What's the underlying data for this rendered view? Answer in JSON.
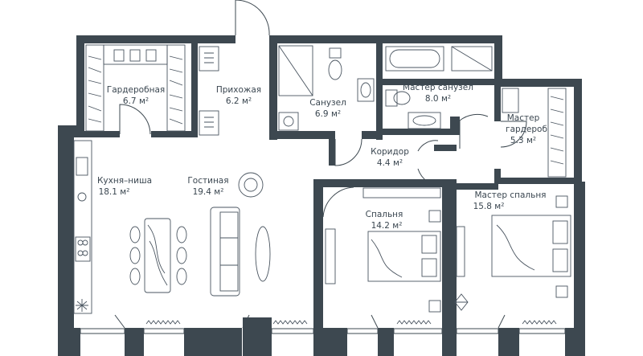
{
  "rooms": [
    {
      "id": "wardrobe",
      "name": "Гардеробная",
      "area": "6.7 м²"
    },
    {
      "id": "hall",
      "name": "Прихожая",
      "area": "6.2 м²"
    },
    {
      "id": "bathroom",
      "name": "Санузел",
      "area": "6.9 м²"
    },
    {
      "id": "master-bath",
      "name": "Мастер санузел",
      "area": "8.0 м²"
    },
    {
      "id": "master-wardrobe",
      "name": [
        "Мастер",
        "гардероб"
      ],
      "area": "5.3 м²"
    },
    {
      "id": "corridor",
      "name": "Коридор",
      "area": "4.4 м²"
    },
    {
      "id": "kitchen",
      "name": "Кухня–ниша",
      "area": "18.1 м²"
    },
    {
      "id": "living",
      "name": "Гостиная",
      "area": "19.4 м²"
    },
    {
      "id": "bedroom",
      "name": "Спальня",
      "area": "14.2 м²"
    },
    {
      "id": "master-bedroom",
      "name": "Мастер спальня",
      "area": "15.8 м²"
    }
  ],
  "colors": {
    "wall": "#3d4850",
    "background": "#ffffff",
    "text": "#3a4650"
  }
}
